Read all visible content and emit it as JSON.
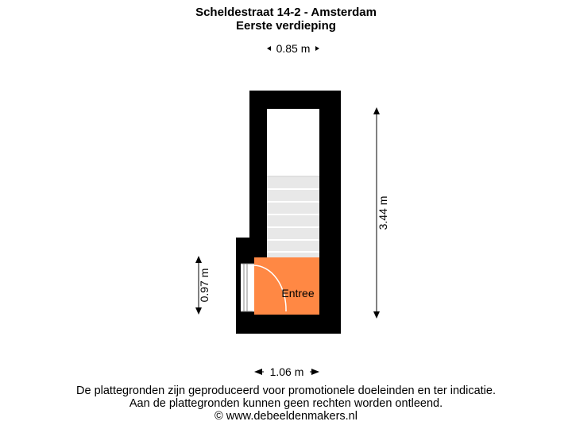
{
  "header": {
    "title": "Scheldestraat 14-2 -  Amsterdam",
    "subtitle": "Eerste verdieping"
  },
  "dimensions": {
    "top_width": "0.85 m",
    "height": "3.44 m",
    "door_height": "0.97 m",
    "bottom_width": "1.06 m"
  },
  "rooms": {
    "entrance_label": "Entree"
  },
  "colors": {
    "wall": "#000000",
    "entrance_fill": "#ff8844",
    "stairs": "#e6e6e6"
  },
  "footer": {
    "line1": "De plattegronden zijn geproduceerd voor promotionele doeleinden en ter indicatie.",
    "line2": "Aan de plattegronden kunnen geen rechten worden ontleend.",
    "line3": "© www.debeeldenmakers.nl"
  }
}
